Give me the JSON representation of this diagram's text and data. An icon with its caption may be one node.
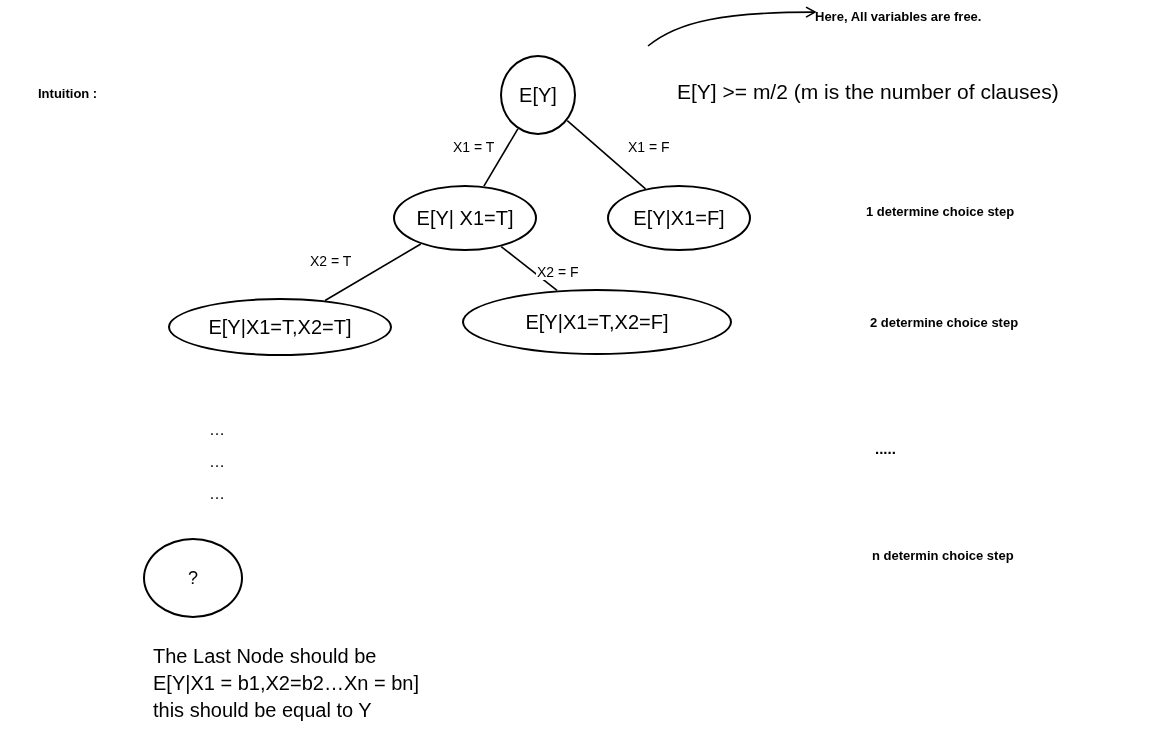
{
  "diagram": {
    "nodes": [
      {
        "text": [
          "E[Y]"
        ]
      },
      {
        "text": [
          "E[Y| X1=T]"
        ]
      },
      {
        "text": [
          "E[Y|X1=F]"
        ]
      },
      {
        "text": [
          "E[Y|X1=T,X2=T]"
        ]
      },
      {
        "text": [
          "E[Y|X1=T,X2=F]"
        ]
      },
      {
        "text": [
          "?"
        ]
      },
      {
        "text": [
          "Here, All variables are free."
        ]
      }
    ],
    "edges": [
      {
        "from": 0,
        "to": 1,
        "arrow": "none",
        "label": "X1 = T"
      },
      {
        "from": 0,
        "to": 2,
        "arrow": "none",
        "label": "X1 = F"
      },
      {
        "from": 1,
        "to": 3,
        "arrow": "none",
        "label": "X2 = T"
      },
      {
        "from": 1,
        "to": 4,
        "arrow": "none",
        "label": "X2 = F"
      },
      {
        "from": null,
        "to": 6,
        "arrow": "to"
      }
    ],
    "labels": [
      "Intuition :",
      "E[Y] >= m/2 (m is the number of clauses)",
      "1 determine choice step",
      "2 determine choice step",
      "…",
      "…",
      "…",
      ".....",
      "n determin choice step",
      "The Last Node should be",
      "E[Y|X1 = b1,X2=b2…Xn = bn]",
      "this should be equal to Y"
    ]
  }
}
